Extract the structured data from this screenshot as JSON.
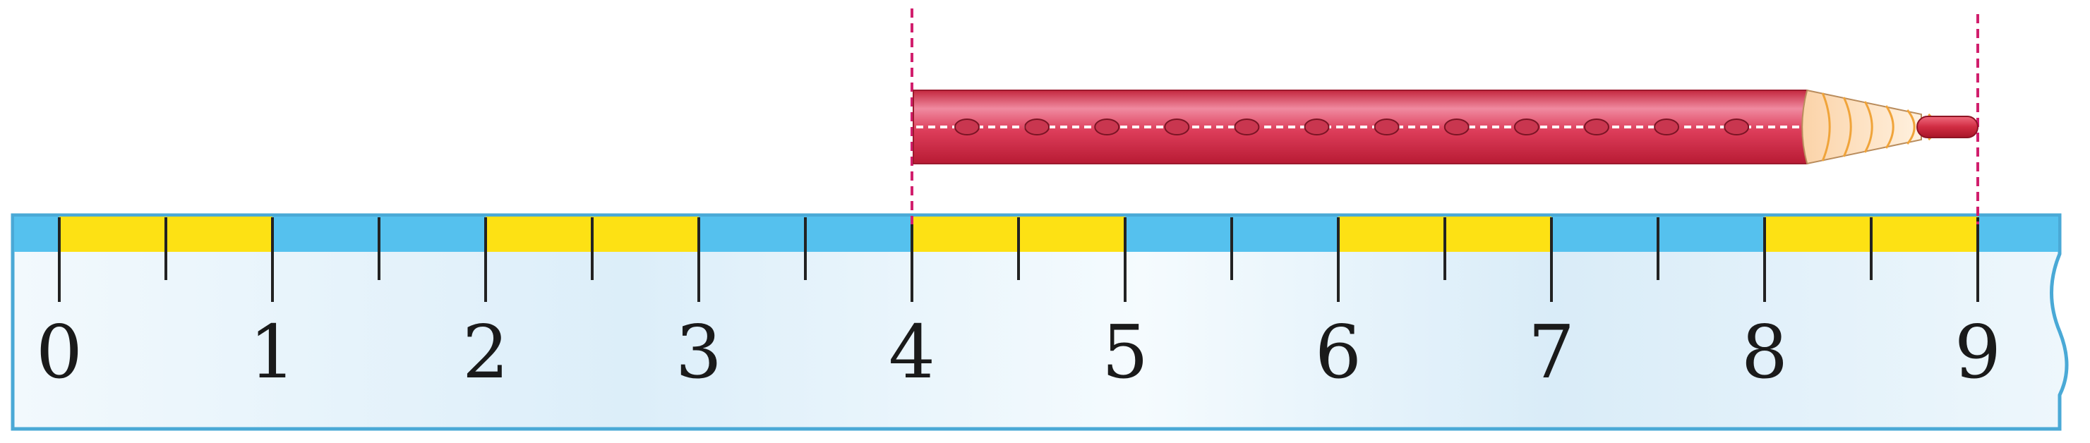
{
  "ruler": {
    "labels": [
      "0",
      "1",
      "2",
      "3",
      "4",
      "5",
      "6",
      "7",
      "8",
      "9"
    ],
    "half_ticks": true,
    "band_colors": [
      "#fde114",
      "#55c1ee"
    ],
    "body_color": "#e6f3fb",
    "edge_color": "#4aa9d6"
  },
  "pencil": {
    "start_value": 4,
    "end_value": 9,
    "body_color": "#d8304c",
    "tip_color": "#cf2c3f",
    "wood_color": "#fce2c4"
  },
  "guides": {
    "color": "#d11f6d"
  }
}
